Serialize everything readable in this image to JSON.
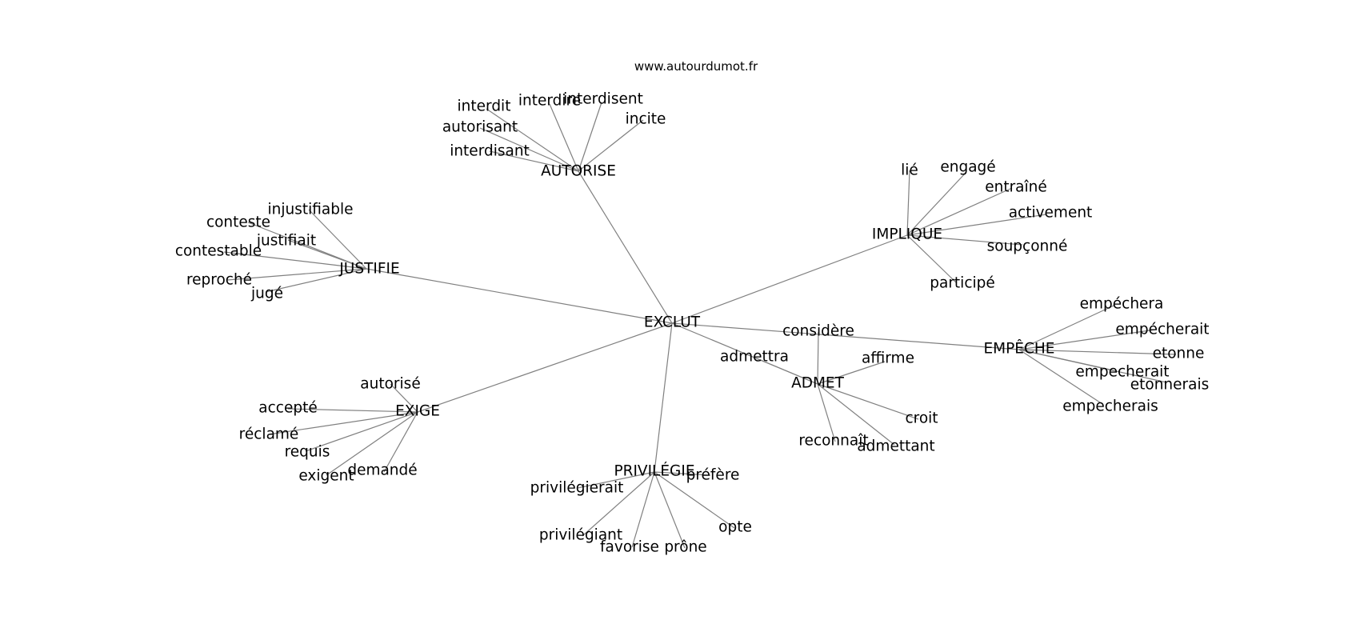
{
  "source_label": "www.autourdumot.fr",
  "graph": {
    "center": "EXCLUT",
    "nodes": [
      {
        "id": "EXCLUT",
        "label": "EXCLUT"
      },
      {
        "id": "AUTORISE",
        "label": "AUTORISE"
      },
      {
        "id": "interdit",
        "label": "interdit"
      },
      {
        "id": "interdire",
        "label": "interdire"
      },
      {
        "id": "interdisent",
        "label": "interdisent"
      },
      {
        "id": "incite",
        "label": "incite"
      },
      {
        "id": "autorisant",
        "label": "autorisant"
      },
      {
        "id": "interdisant",
        "label": "interdisant"
      },
      {
        "id": "JUSTIFIE",
        "label": "JUSTIFIE"
      },
      {
        "id": "injustifiable",
        "label": "injustifiable"
      },
      {
        "id": "conteste",
        "label": "conteste"
      },
      {
        "id": "justifiait",
        "label": "justifiait"
      },
      {
        "id": "contestable",
        "label": "contestable"
      },
      {
        "id": "reproche",
        "label": "reproché"
      },
      {
        "id": "juge",
        "label": "jugé"
      },
      {
        "id": "IMPLIQUE",
        "label": "IMPLIQUE"
      },
      {
        "id": "lie",
        "label": "lié"
      },
      {
        "id": "engage",
        "label": "engagé"
      },
      {
        "id": "entraine",
        "label": "entraîné"
      },
      {
        "id": "activement",
        "label": "activement"
      },
      {
        "id": "soupconne",
        "label": "soupçonné"
      },
      {
        "id": "participe",
        "label": "participé"
      },
      {
        "id": "EMPECHE",
        "label": "EMPÊCHE"
      },
      {
        "id": "empechera",
        "label": "empéchera"
      },
      {
        "id": "empecherait_acc",
        "label": "empécherait"
      },
      {
        "id": "etonne",
        "label": "etonne"
      },
      {
        "id": "empecherait",
        "label": "empecherait"
      },
      {
        "id": "etonnerais",
        "label": "etonnerais"
      },
      {
        "id": "empecherais",
        "label": "empecherais"
      },
      {
        "id": "considere",
        "label": "considère"
      },
      {
        "id": "ADMET",
        "label": "ADMET"
      },
      {
        "id": "admettra",
        "label": "admettra"
      },
      {
        "id": "affirme",
        "label": "affirme"
      },
      {
        "id": "croit",
        "label": "croit"
      },
      {
        "id": "reconnait",
        "label": "reconnaît"
      },
      {
        "id": "admettant",
        "label": "admettant"
      },
      {
        "id": "EXIGE",
        "label": "EXIGE"
      },
      {
        "id": "autorise_min",
        "label": "autorisé"
      },
      {
        "id": "accepte",
        "label": "accepté"
      },
      {
        "id": "reclame",
        "label": "réclamé"
      },
      {
        "id": "requis",
        "label": "requis"
      },
      {
        "id": "exigent",
        "label": "exigent"
      },
      {
        "id": "demande",
        "label": "demandé"
      },
      {
        "id": "PRIVILEGIE",
        "label": "PRIVILÉGIE"
      },
      {
        "id": "privilegierait",
        "label": "privilégierait"
      },
      {
        "id": "prefere",
        "label": "préfère"
      },
      {
        "id": "opte",
        "label": "opte"
      },
      {
        "id": "privilegiant",
        "label": "privilégiant"
      },
      {
        "id": "favorise",
        "label": "favorise"
      },
      {
        "id": "prone",
        "label": "prône"
      }
    ],
    "edges": [
      [
        "EXCLUT",
        "AUTORISE"
      ],
      [
        "EXCLUT",
        "JUSTIFIE"
      ],
      [
        "EXCLUT",
        "IMPLIQUE"
      ],
      [
        "EXCLUT",
        "EMPECHE"
      ],
      [
        "EXCLUT",
        "ADMET"
      ],
      [
        "EXCLUT",
        "EXIGE"
      ],
      [
        "EXCLUT",
        "PRIVILEGIE"
      ],
      [
        "AUTORISE",
        "interdit"
      ],
      [
        "AUTORISE",
        "interdire"
      ],
      [
        "AUTORISE",
        "interdisent"
      ],
      [
        "AUTORISE",
        "incite"
      ],
      [
        "AUTORISE",
        "autorisant"
      ],
      [
        "AUTORISE",
        "interdisant"
      ],
      [
        "JUSTIFIE",
        "injustifiable"
      ],
      [
        "JUSTIFIE",
        "conteste"
      ],
      [
        "JUSTIFIE",
        "justifiait"
      ],
      [
        "JUSTIFIE",
        "contestable"
      ],
      [
        "JUSTIFIE",
        "reproche"
      ],
      [
        "JUSTIFIE",
        "juge"
      ],
      [
        "IMPLIQUE",
        "lie"
      ],
      [
        "IMPLIQUE",
        "engage"
      ],
      [
        "IMPLIQUE",
        "entraine"
      ],
      [
        "IMPLIQUE",
        "activement"
      ],
      [
        "IMPLIQUE",
        "soupconne"
      ],
      [
        "IMPLIQUE",
        "participe"
      ],
      [
        "EMPECHE",
        "empechera"
      ],
      [
        "EMPECHE",
        "empecherait_acc"
      ],
      [
        "EMPECHE",
        "etonne"
      ],
      [
        "EMPECHE",
        "empecherait"
      ],
      [
        "EMPECHE",
        "etonnerais"
      ],
      [
        "EMPECHE",
        "empecherais"
      ],
      [
        "ADMET",
        "considere"
      ],
      [
        "ADMET",
        "admettra"
      ],
      [
        "ADMET",
        "affirme"
      ],
      [
        "ADMET",
        "croit"
      ],
      [
        "ADMET",
        "reconnait"
      ],
      [
        "ADMET",
        "admettant"
      ],
      [
        "EXIGE",
        "autorise_min"
      ],
      [
        "EXIGE",
        "accepte"
      ],
      [
        "EXIGE",
        "reclame"
      ],
      [
        "EXIGE",
        "requis"
      ],
      [
        "EXIGE",
        "exigent"
      ],
      [
        "EXIGE",
        "demande"
      ],
      [
        "PRIVILEGIE",
        "privilegierait"
      ],
      [
        "PRIVILEGIE",
        "prefere"
      ],
      [
        "PRIVILEGIE",
        "opte"
      ],
      [
        "PRIVILEGIE",
        "privilegiant"
      ],
      [
        "PRIVILEGIE",
        "favorise"
      ],
      [
        "PRIVILEGIE",
        "prone"
      ]
    ]
  },
  "colors": {
    "edge": "#808080",
    "text": "#000000",
    "background": "#ffffff"
  }
}
